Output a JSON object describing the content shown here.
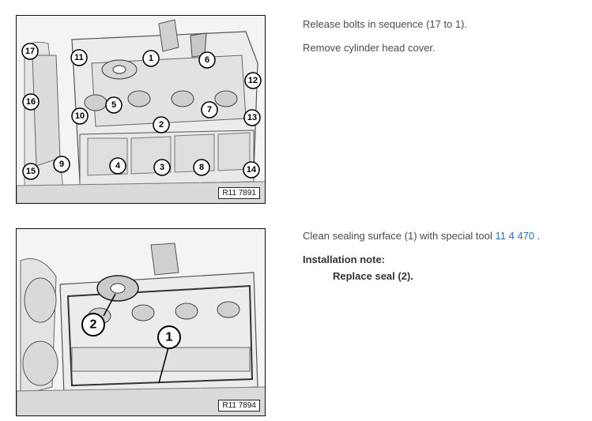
{
  "figure1": {
    "id_label": "R11 7891",
    "callouts": [
      "17",
      "11",
      "1",
      "6",
      "12",
      "16",
      "5",
      "7",
      "10",
      "13",
      "2",
      "15",
      "9",
      "4",
      "3",
      "8",
      "14"
    ]
  },
  "figure2": {
    "id_label": "R11 7894",
    "callouts": [
      "2",
      "1"
    ]
  },
  "step1": {
    "line1": "Release bolts in sequence (17 to 1).",
    "line2": "Remove cylinder head cover."
  },
  "step2": {
    "text_before": "Clean sealing surface (1) with special tool ",
    "tool_link": "11 4 470",
    "text_after": " .",
    "note_label": "Installation note:",
    "note_text": "Replace seal (2)."
  }
}
